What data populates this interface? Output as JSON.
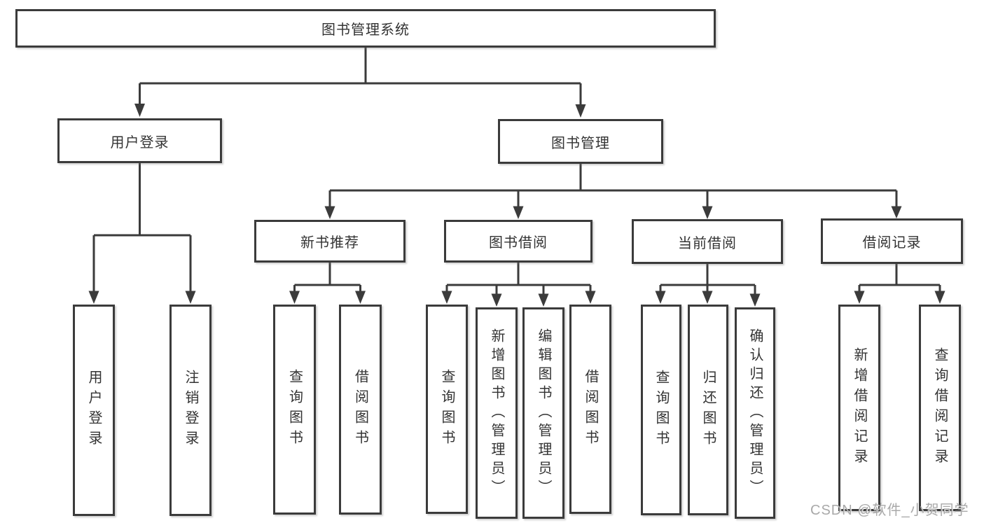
{
  "colors": {
    "line": "#3b3b3b",
    "box_border": "#3b3b3b",
    "box_fill": "#ffffff",
    "text": "#333333",
    "watermark": "#a9a9a9",
    "background": "#ffffff"
  },
  "tree": {
    "root": {
      "label": "图书管理系统"
    },
    "branches": [
      {
        "label": "用户登录",
        "leaves": [
          {
            "label": "用户登录"
          },
          {
            "label": "注销登录"
          }
        ]
      },
      {
        "label": "图书管理",
        "groups": [
          {
            "label": "新书推荐",
            "leaves": [
              {
                "label": "查询图书"
              },
              {
                "label": "借阅图书"
              }
            ]
          },
          {
            "label": "图书借阅",
            "leaves": [
              {
                "label": "查询图书"
              },
              {
                "label": "新增图书（管理员）"
              },
              {
                "label": "编辑图书（管理员）"
              },
              {
                "label": "借阅图书"
              }
            ]
          },
          {
            "label": "当前借阅",
            "leaves": [
              {
                "label": "查询图书"
              },
              {
                "label": "归还图书"
              },
              {
                "label": "确认归还（管理员）"
              }
            ]
          },
          {
            "label": "借阅记录",
            "leaves": [
              {
                "label": "新增借阅记录"
              },
              {
                "label": "查询借阅记录"
              }
            ]
          }
        ]
      }
    ]
  },
  "watermark": {
    "text": "CSDN @软件_小贺同学"
  }
}
